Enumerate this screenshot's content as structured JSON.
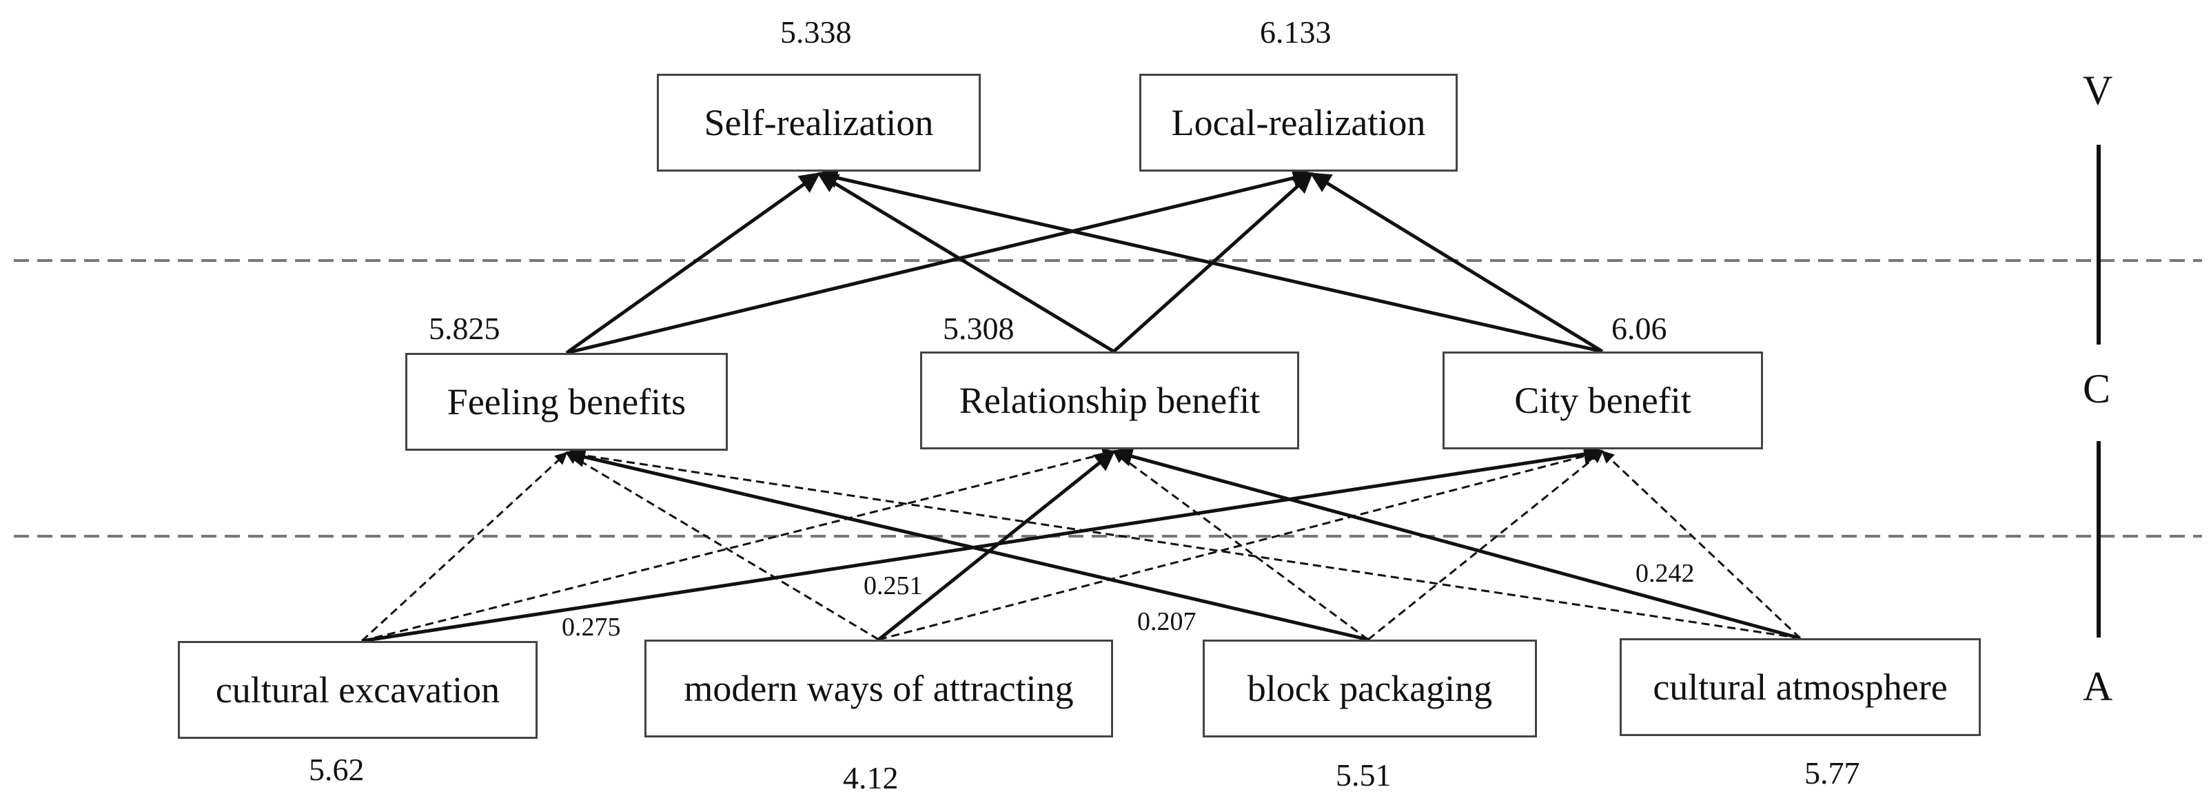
{
  "levels": {
    "values": "V",
    "consequences": "C",
    "attributes": "A"
  },
  "values": [
    {
      "id": "self",
      "label": "Self-realization",
      "score": "5.338"
    },
    {
      "id": "local",
      "label": "Local-realization",
      "score": "6.133"
    }
  ],
  "consequences": [
    {
      "id": "feeling",
      "label": "Feeling benefits",
      "score": "5.825"
    },
    {
      "id": "relationship",
      "label": "Relationship benefit",
      "score": "5.308"
    },
    {
      "id": "city",
      "label": "City benefit",
      "score": "6.06"
    }
  ],
  "attributes": [
    {
      "id": "excavation",
      "label": "cultural excavation",
      "score": "5.62"
    },
    {
      "id": "modern",
      "label": "modern ways of attracting",
      "score": "4.12"
    },
    {
      "id": "block",
      "label": "block packaging",
      "score": "5.51"
    },
    {
      "id": "atmosphere",
      "label": "cultural atmosphere",
      "score": "5.77"
    }
  ],
  "links": [
    {
      "from": "feeling",
      "to": "self",
      "style": "solid"
    },
    {
      "from": "feeling",
      "to": "local",
      "style": "solid"
    },
    {
      "from": "relationship",
      "to": "self",
      "style": "solid"
    },
    {
      "from": "relationship",
      "to": "local",
      "style": "solid"
    },
    {
      "from": "city",
      "to": "self",
      "style": "solid"
    },
    {
      "from": "city",
      "to": "local",
      "style": "solid"
    },
    {
      "from": "excavation",
      "to": "feeling",
      "style": "dashed"
    },
    {
      "from": "excavation",
      "to": "relationship",
      "style": "dashed"
    },
    {
      "from": "excavation",
      "to": "city",
      "style": "solid",
      "weight": "0.275"
    },
    {
      "from": "modern",
      "to": "feeling",
      "style": "dashed"
    },
    {
      "from": "modern",
      "to": "relationship",
      "style": "solid",
      "weight": "0.251"
    },
    {
      "from": "modern",
      "to": "city",
      "style": "dashed"
    },
    {
      "from": "block",
      "to": "feeling",
      "style": "solid",
      "weight": "0.207"
    },
    {
      "from": "block",
      "to": "relationship",
      "style": "dashed"
    },
    {
      "from": "block",
      "to": "city",
      "style": "dashed"
    },
    {
      "from": "atmosphere",
      "to": "feeling",
      "style": "dashed"
    },
    {
      "from": "atmosphere",
      "to": "relationship",
      "style": "solid",
      "weight": "0.242"
    },
    {
      "from": "atmosphere",
      "to": "city",
      "style": "dashed"
    }
  ]
}
